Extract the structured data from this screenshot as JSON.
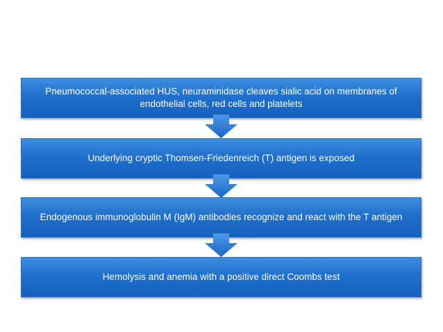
{
  "flowchart": {
    "steps": [
      {
        "text": "Pneumococcal-associated HUS, neuraminidase cleaves sialic acid on membranes of endothelial cells, red cells and platelets"
      },
      {
        "text": "Underlying cryptic Thomsen-Friedenreich (T) antigen is exposed"
      },
      {
        "text": "Endogenous immunoglobulin M (IgM) antibodies recognize and react with the T antigen"
      },
      {
        "text": "Hemolysis and anemia with a positive direct Coombs test"
      }
    ],
    "colors": {
      "box_fill": "#1f6fcc",
      "arrow_fill": "#2c7fdc",
      "text": "#ffffff"
    }
  }
}
